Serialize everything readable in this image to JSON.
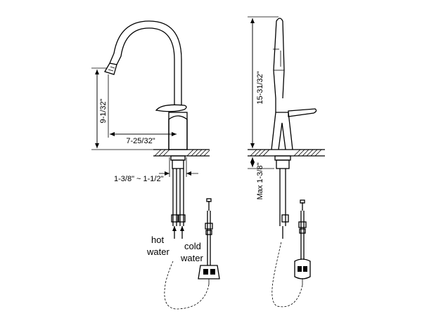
{
  "dimensions": {
    "spout_height": "9-1/32\"",
    "spout_reach": "7-25/32\"",
    "hole_diameter": "1-3/8\" ~ 1-1/2\"",
    "total_height": "15-31/32\"",
    "max_deck": "Max 1-3/8\""
  },
  "labels": {
    "hot_line1": "hot",
    "hot_line2": "water",
    "cold_line1": "cold",
    "cold_line2": "water"
  }
}
